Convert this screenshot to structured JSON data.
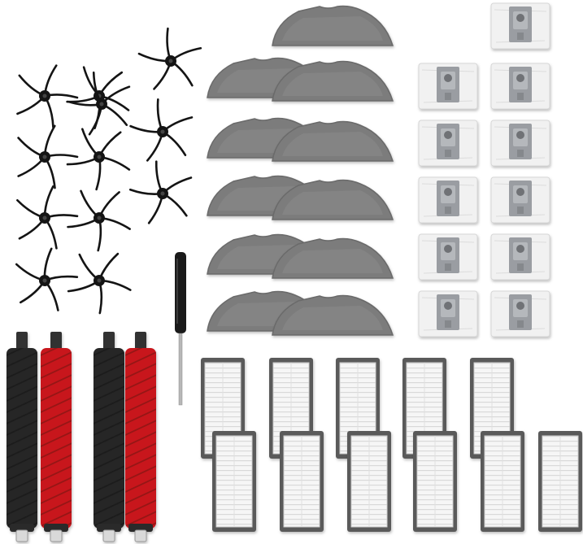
{
  "scene": {
    "background": "#ffffff",
    "subject": "robot-vacuum-accessory-kit",
    "colors": {
      "brush_arm": "#141414",
      "mop_pad": "#7b7b7b",
      "mop_pad_edge": "#6a6a6a",
      "dust_bag_body": "#f1f1f1",
      "dust_bag_plate": "#9a9da2",
      "filter_frame": "#5a5a5a",
      "filter_media": "#f4f4f4",
      "roller_black": "#262626",
      "roller_red": "#c8191c",
      "screwdriver": "#1a1a1a"
    }
  },
  "items": {
    "side_brushes": {
      "icon": "side-brush-icon",
      "count": 12
    },
    "mop_pads": {
      "icon": "mop-pad-icon",
      "count": 11
    },
    "dust_bags": {
      "icon": "dust-bag-icon",
      "count": 11
    },
    "hepa_filters": {
      "icon": "hepa-filter-icon",
      "count": 11
    },
    "main_brushes": {
      "icon": "main-roller-brush-icon",
      "count": 4,
      "colors": [
        "black",
        "red",
        "black",
        "red"
      ]
    },
    "screwdriver": {
      "icon": "screwdriver-icon",
      "count": 1
    }
  }
}
